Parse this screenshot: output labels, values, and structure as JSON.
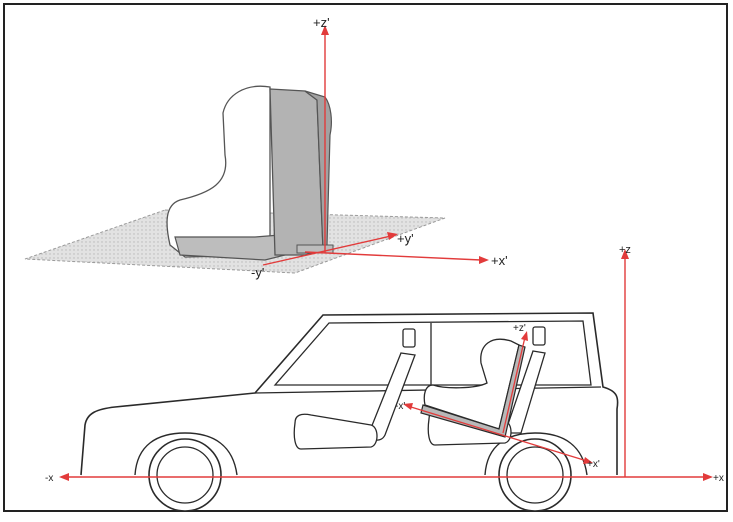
{
  "colors": {
    "axis": "#e23b3b",
    "outline": "#2a2a2a",
    "seat_fill": "#c9c9c9",
    "seat_dark": "#9e9e9e",
    "plane_fill": "#d6d6d6"
  },
  "labels": {
    "z_prime_top": "+z'",
    "y_prime_pos": "+y'",
    "y_prime_neg": "-y'",
    "x_prime_top": "+x'",
    "z_vehicle": "+z",
    "z_prime_car": "+z'",
    "x_prime_neg_car": "-x'",
    "x_prime_pos_car": "+x'",
    "x_neg": "-x",
    "x_pos": "+x"
  }
}
